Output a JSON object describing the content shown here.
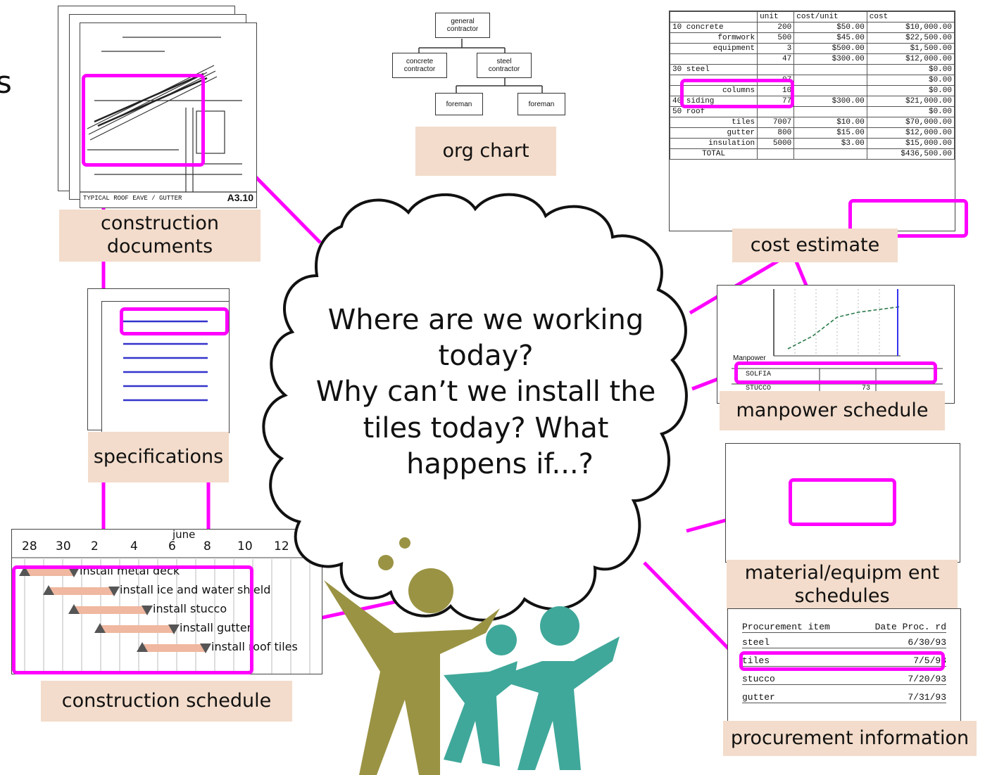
{
  "cloud": {
    "line1": "Where are we working",
    "line2": "today?",
    "line3": "Why can’t we install the",
    "line4": "tiles today? What",
    "line5": "happens if...?"
  },
  "labels": {
    "construction_documents_1": "construction",
    "construction_documents_2": "documents",
    "specifications": "specifications",
    "construction_schedule": "construction schedule",
    "org_chart": "org chart",
    "cost_estimate": "cost estimate",
    "manpower_schedule": "manpower schedule",
    "material_1": "material/equipm ent",
    "material_2": "schedules",
    "procurement": "procurement information"
  },
  "org_chart": {
    "top_1": "general",
    "top_2": "contractor",
    "left_1": "concrete",
    "left_2": "contractor",
    "right_1": "steel",
    "right_2": "contractor",
    "foreman_a": "foreman",
    "foreman_b": "foreman"
  },
  "cost_table": {
    "headers": [
      "",
      "unit",
      "cost/unit",
      "cost"
    ],
    "rows": [
      [
        "10 concrete",
        "200",
        "$50.00",
        "$10,000.00"
      ],
      [
        "formwork",
        "500",
        "$45.00",
        "$22,500.00"
      ],
      [
        "equipment",
        "3",
        "$500.00",
        "$1,500.00"
      ],
      [
        "",
        "47",
        "$300.00",
        "$12,000.00"
      ],
      [
        "30 steel",
        "",
        "",
        "$0.00"
      ],
      [
        "",
        "07",
        "",
        "$0.00"
      ],
      [
        "columns",
        "10",
        "",
        "$0.00"
      ],
      [
        "40 siding",
        "77",
        "$300.00",
        "$21,000.00"
      ],
      [
        "50 roof",
        "",
        "",
        "$0.00"
      ],
      [
        "tiles",
        "7007",
        "$10.00",
        "$70,000.00"
      ],
      [
        "gutter",
        "800",
        "$15.00",
        "$12,000.00"
      ],
      [
        "insulation",
        "5000",
        "$3.00",
        "$15,000.00"
      ]
    ],
    "total_label": "TOTAL",
    "total_value": "$436,500.00"
  },
  "manpower": {
    "title": "Manpower",
    "row1": "SOLFIA",
    "row2": "STUCCO",
    "row2_val": "73"
  },
  "procurement": {
    "header_item": "Procurement item",
    "header_date": "Date Proc. rd",
    "rows": [
      {
        "item": "steel",
        "date": "6/30/93"
      },
      {
        "item": "tiles",
        "date": "7/5/93"
      },
      {
        "item": "stucco",
        "date": "7/20/93"
      },
      {
        "item": "gutter",
        "date": "7/31/93"
      }
    ]
  },
  "schedule": {
    "month": "june",
    "ticks": [
      "28",
      "30",
      "2",
      "4",
      "6",
      "8",
      "10",
      "12"
    ],
    "tasks": [
      "install metal deck",
      "install ice and water shield",
      "install stucco",
      "install gutter",
      "install roof tiles"
    ]
  },
  "drawing_caption": "TYPICAL ROOF EAVE / GUTTER",
  "drawing_sheet": "A3.10",
  "colors": {
    "magenta": "#ff00ff",
    "label_bg": "#f3dccb",
    "olive_figure": "#9a9343",
    "teal_figure": "#3fa89a",
    "bar_fill": "#f0b8a0"
  }
}
